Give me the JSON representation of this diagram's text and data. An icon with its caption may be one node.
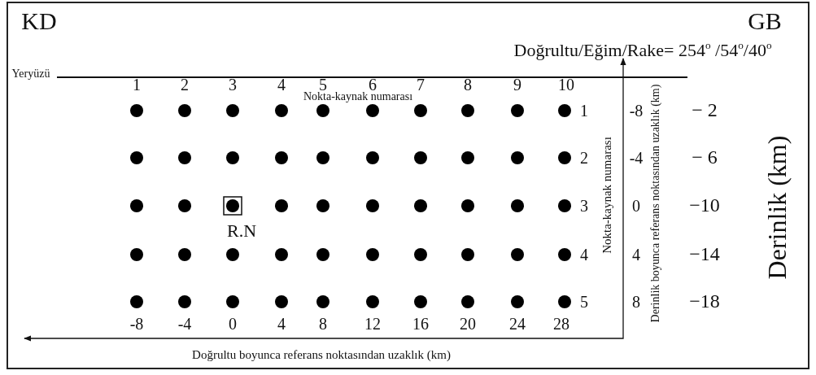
{
  "diagram": {
    "labels": [
      "KD",
      "GB",
      "Doğrultu/Eğim/Rake= 254$^{o}$ /54$^{o}$/40$^{o}$",
      "Yeryüzü",
      "1",
      "2",
      "3",
      "4",
      "5",
      "6",
      "7",
      "8",
      "9",
      "10",
      "Nokta-kaynak numarası",
      "1",
      "2",
      "3",
      "4",
      "5",
      "-8",
      "-4",
      "0",
      "4",
      "8",
      "− 2",
      "− 6",
      "−10",
      "−14",
      "−18",
      "Nokta-kaynak numarası",
      "Derinlik boyunca referans noktasından uzaklık (km)",
      "Derinlik (km)",
      "R.N",
      "-8",
      "-4",
      "0",
      "4",
      "8",
      "12",
      "16",
      "20",
      "24",
      "28",
      "Doğrultu boyunca referans noktasından uzaklık (km)"
    ]
  }
}
